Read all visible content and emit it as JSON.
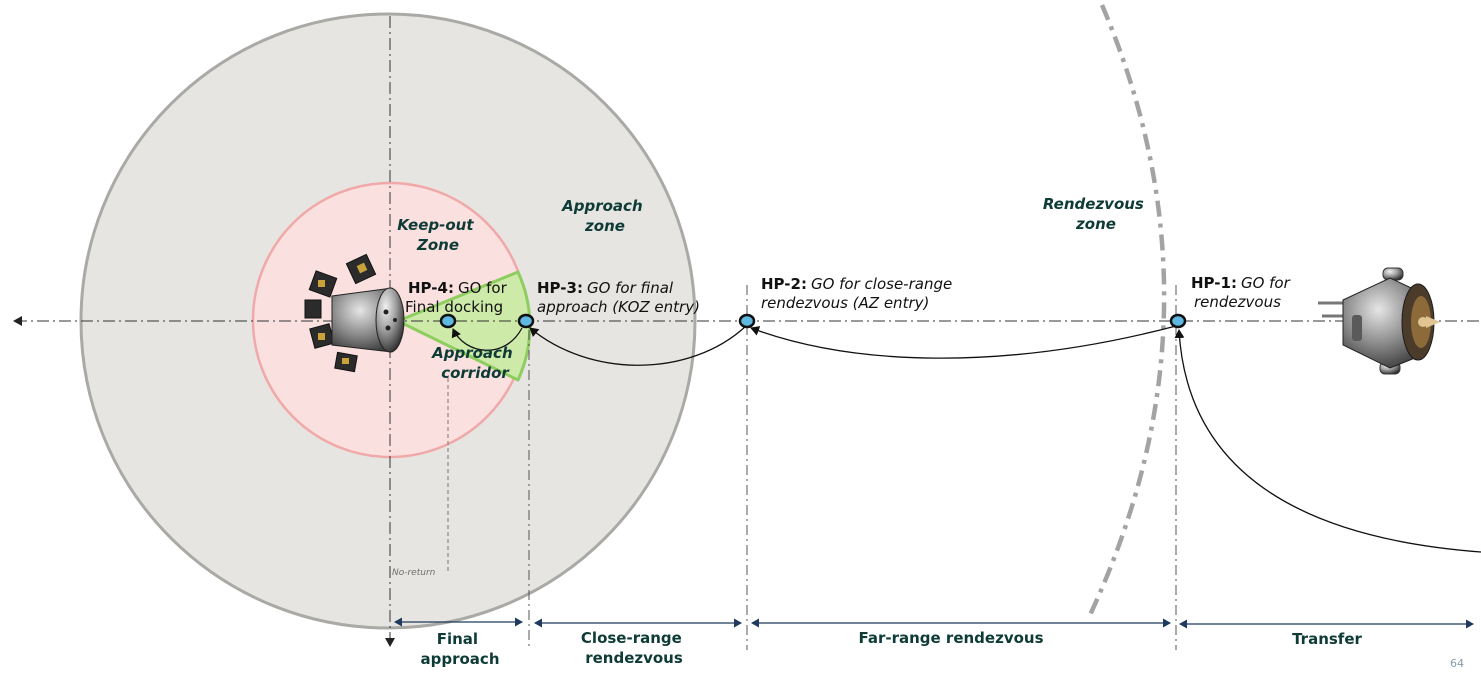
{
  "zones": {
    "approach": [
      "Approach",
      "zone"
    ],
    "keepout": [
      "Keep-out",
      "Zone"
    ],
    "corridor": [
      "Approach",
      "corridor"
    ],
    "rendezvous": [
      "Rendezvous",
      "zone"
    ]
  },
  "hold_points": {
    "hp4": {
      "code": "HP-4:",
      "line1": "GO for",
      "line2": "Final docking"
    },
    "hp3": {
      "code": "HP-3:",
      "line1": "GO for final",
      "line2": "approach (KOZ entry)"
    },
    "hp2": {
      "code": "HP-2:",
      "line1": "GO for close-range",
      "line2": "rendezvous (AZ entry)"
    },
    "hp1": {
      "code": "HP-1:",
      "line1": "GO for",
      "line2": "rendezvous"
    }
  },
  "no_return": "No-return",
  "phases": {
    "final": [
      "Final",
      "approach"
    ],
    "close": [
      "Close-range",
      "rendezvous"
    ],
    "far": "Far-range rendezvous",
    "transfer": "Transfer"
  },
  "page_number": "64",
  "colors": {
    "approach_zone_fill": "#e6e5e1",
    "approach_zone_stroke": "#a9a9a6",
    "keepout_fill": "#fbe0e0",
    "keepout_stroke": "#f0a8a8",
    "corridor_fill": "#cdeaa9",
    "corridor_stroke": "#8fcd60",
    "label_teal": "#0e3b36",
    "dimension_arrow": "#1f3a5c",
    "hold_point_fill": "#5fb8e0"
  }
}
